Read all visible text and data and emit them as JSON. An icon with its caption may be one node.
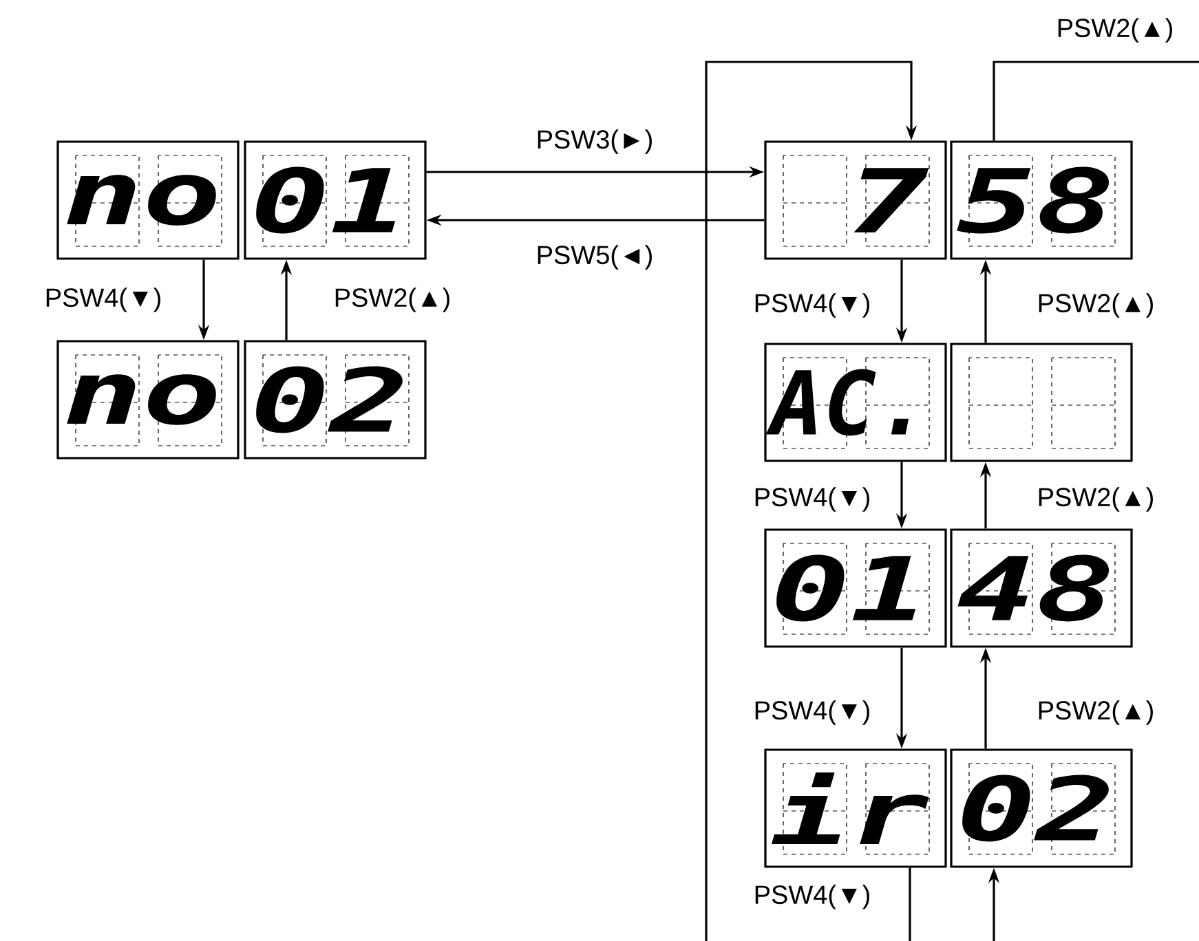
{
  "diagram": {
    "nodes": [
      {
        "text": [
          "no"
        ]
      },
      {
        "text": [
          "01"
        ]
      },
      {
        "text": [
          "no"
        ]
      },
      {
        "text": [
          "02"
        ]
      },
      {
        "text": [
          "7"
        ]
      },
      {
        "text": [
          "58"
        ]
      },
      {
        "text": [
          "AC."
        ]
      },
      {
        "text": [],
        "shape": "box"
      },
      {
        "text": [
          "01"
        ]
      },
      {
        "text": [
          "48"
        ]
      },
      {
        "text": [
          "ir"
        ]
      },
      {
        "text": [
          "02"
        ]
      }
    ],
    "edges": [
      {
        "from": 1,
        "to": 4,
        "arrow": "to",
        "label": "PSW3(►)"
      },
      {
        "from": 4,
        "to": 1,
        "arrow": "to",
        "label": "PSW5(◄)"
      },
      {
        "from": 0,
        "to": 2,
        "arrow": "to",
        "label": "PSW4(▼)"
      },
      {
        "from": 3,
        "to": 1,
        "arrow": "to",
        "label": "PSW2(▲)"
      },
      {
        "from": 4,
        "to": 6,
        "arrow": "to",
        "label": "PSW4(▼)"
      },
      {
        "from": 7,
        "to": 5,
        "arrow": "to",
        "label": "PSW2(▲)"
      },
      {
        "from": 6,
        "to": 8,
        "arrow": "to",
        "label": "PSW4(▼)"
      },
      {
        "from": 9,
        "to": 7,
        "arrow": "to",
        "label": "PSW2(▲)"
      },
      {
        "from": 8,
        "to": 10,
        "arrow": "to",
        "label": "PSW4(▼)"
      },
      {
        "from": 11,
        "to": 9,
        "arrow": "to",
        "label": "PSW2(▲)"
      },
      {
        "from": 10,
        "to": null,
        "arrow": "none",
        "label": "PSW4(▼)"
      },
      {
        "from": null,
        "to": 11,
        "arrow": "to"
      },
      {
        "from": null,
        "to": 4,
        "arrow": "to"
      },
      {
        "from": 5,
        "to": null,
        "arrow": "none",
        "label": "PSW2(▲)"
      }
    ]
  }
}
